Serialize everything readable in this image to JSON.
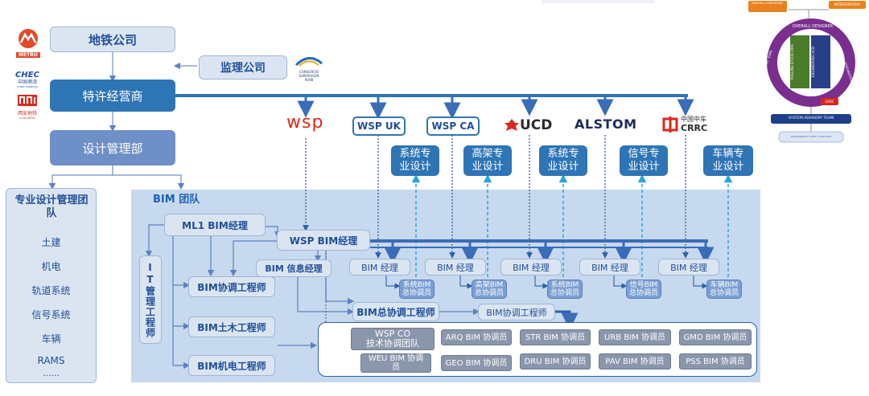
{
  "org_chart": {
    "metro_company": "地铁公司",
    "supervision_company": "监理公司",
    "concessionaire": "特许经营商",
    "design_management": "设计管理部",
    "specialty_team": {
      "title": "专业设计管理团队",
      "items": [
        "土建",
        "机电",
        "轨道系统",
        "信号系统",
        "车辆",
        "RAMS",
        "......"
      ]
    },
    "bim_team_title": "BIM 团队",
    "ml1_manager": "ML1 BIM经理",
    "wsp_manager": "WSP BIM经理",
    "info_manager": "BIM 信息经理",
    "it_manager": "IT管理工程师",
    "coordinator": "BIM协调工程师",
    "civil_engineer": "BIM土木工程师",
    "mep_engineer": "BIM机电工程师",
    "chief_coordinator": "BIM总协调工程师",
    "coordinator_right": "BIM协调工程师",
    "firms": [
      "WSP UK",
      "WSP CA"
    ],
    "design_units": [
      {
        "label": "系统专\n业设计",
        "bim_manager": "BIM 经理",
        "bim_coordinator": "系统BIM\n总协调员"
      },
      {
        "label": "高架专\n业设计",
        "bim_manager": "BIM 经理",
        "bim_coordinator": "高架BIM\n总协调员"
      },
      {
        "label": "系统专\n业设计",
        "bim_manager": "BIM 经理",
        "bim_coordinator": "系统BIM\n总协调员"
      },
      {
        "label": "信号专\n业设计",
        "bim_manager": "BIM 经理",
        "bim_coordinator": "信号BIM\n总协调员"
      },
      {
        "label": "车辆专\n业设计",
        "bim_manager": "BIM 经理",
        "bim_coordinator": "车辆BIM\n总协调员"
      }
    ],
    "coordinator_grid": [
      "WSP CO\n技术协调团队",
      "ARQ BIM 协调员",
      "STR BIM 协调员",
      "URB BIM 协调员",
      "GMD BIM 协调员",
      "WEU BIM 协调\n员",
      "GEO BIM 协调员",
      "DRU BIM 协调员",
      "PAV BIM 协调员",
      "PSS BIM 协调员"
    ]
  },
  "logos": {
    "metro": "METRO",
    "chec": "CHEC",
    "chec_cn": "中国港湾",
    "chec_en": "CHINA HARBOUR",
    "xian_metro": "西安地铁",
    "xian_metro_en": "XI'AN METRO",
    "consortium_line1": "CONSORCIO",
    "consortium_line2": "SUPERVISOR",
    "consortium_line3": "PLMB",
    "wsp": "wsp",
    "ucd": "UCD",
    "alstom": "ALSTOM",
    "crrc_cn": "中国中车",
    "crrc_en": "CRRC"
  },
  "inset": {
    "consultant": "RAMUSA CONSULTANT",
    "interventoria": "INTERVENTORIA",
    "ring_text": "OVERALL DESIGNER",
    "ring_left": "BIM · ESPE",
    "ring_right": "RAMS · INTEGRATION",
    "rolling_stock": "ROLLING STOCK CRRC",
    "engineering": "ENGINEERING UCD",
    "crrc_tag": "CRRC",
    "advisory": "SYSTEM ADVISORY TEAM",
    "bottom_note": "INDEPENDENT SAFETY ASSESSOR"
  },
  "colors": {
    "dark_blue": "#2e75b6",
    "light_box": "#dbe5f1",
    "mid_blue": "#7b9fd3",
    "panel": "#c3d6ec",
    "gray_box": "#8a96ab",
    "purple": "#5b2a86",
    "red": "#d9291c"
  }
}
